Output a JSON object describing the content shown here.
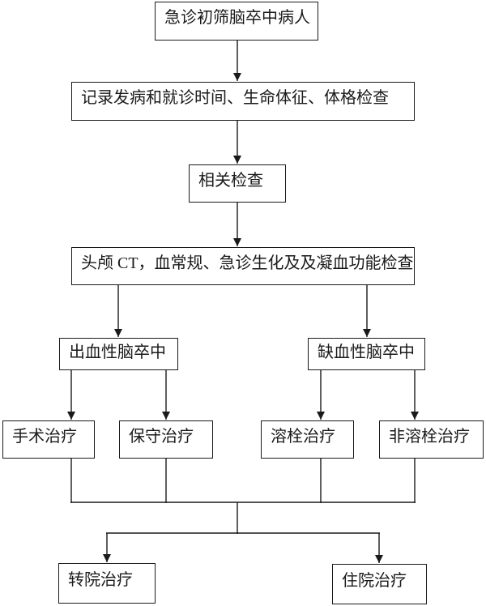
{
  "diagram": {
    "type": "flowchart",
    "background_color": "#ffffff",
    "line_color": "#1a1a1a",
    "box_fill_color": "#ffffff",
    "nodes": [
      {
        "id": "triage",
        "label": "急诊初筛脑卒中病人"
      },
      {
        "id": "record_time_vitals",
        "label": "记录发病和就诊时间、生命体征、体格检查"
      },
      {
        "id": "related_exams",
        "label": "相关检查"
      },
      {
        "id": "ct_and_labs",
        "label": "头颅 CT，血常规、急诊生化及及凝血功能检查"
      },
      {
        "id": "hemorrhagic_stroke",
        "label": "出血性脑卒中"
      },
      {
        "id": "ischemic_stroke",
        "label": "缺血性脑卒中"
      },
      {
        "id": "surgical_treatment",
        "label": "手术治疗"
      },
      {
        "id": "conservative_treatment",
        "label": "保守治疗"
      },
      {
        "id": "thrombolytic_treatment",
        "label": "溶栓治疗"
      },
      {
        "id": "non_thrombolytic_treatment",
        "label": "非溶栓治疗"
      },
      {
        "id": "transfer_treatment",
        "label": "转院治疗"
      },
      {
        "id": "inpatient_treatment",
        "label": "住院治疗"
      }
    ],
    "edges": [
      {
        "from": "triage",
        "to": "record_time_vitals"
      },
      {
        "from": "record_time_vitals",
        "to": "related_exams"
      },
      {
        "from": "related_exams",
        "to": "ct_and_labs"
      },
      {
        "from": "ct_and_labs",
        "to": "hemorrhagic_stroke"
      },
      {
        "from": "ct_and_labs",
        "to": "ischemic_stroke"
      },
      {
        "from": "hemorrhagic_stroke",
        "to": "surgical_treatment"
      },
      {
        "from": "hemorrhagic_stroke",
        "to": "conservative_treatment"
      },
      {
        "from": "ischemic_stroke",
        "to": "thrombolytic_treatment"
      },
      {
        "from": "ischemic_stroke",
        "to": "non_thrombolytic_treatment"
      },
      {
        "from": "surgical_treatment",
        "to": "merge_bar"
      },
      {
        "from": "conservative_treatment",
        "to": "merge_bar"
      },
      {
        "from": "thrombolytic_treatment",
        "to": "merge_bar"
      },
      {
        "from": "non_thrombolytic_treatment",
        "to": "merge_bar"
      },
      {
        "from": "merge_bar",
        "to": "transfer_treatment"
      },
      {
        "from": "merge_bar",
        "to": "inpatient_treatment"
      }
    ]
  }
}
